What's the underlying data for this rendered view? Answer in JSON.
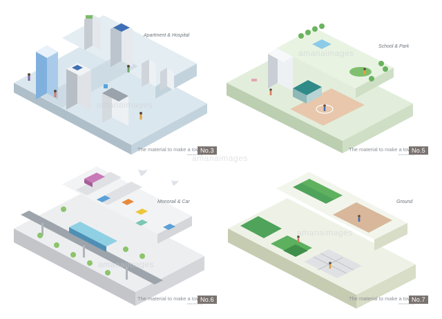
{
  "watermark": "amanaimages",
  "panels": {
    "p3": {
      "sign": "Apartment & Hospital",
      "caption": "The material to make a town",
      "caption_sub": "www.amana.jp",
      "badge": "No.3",
      "colors": {
        "ground": "#dbe7ee",
        "side": "#c3d3dd",
        "front": "#aebfca"
      }
    },
    "p5": {
      "sign": "School & Park",
      "caption": "The material to make a town",
      "caption_sub": "www.amana.jp",
      "badge": "No.5",
      "colors": {
        "ground": "#e2eedb",
        "side": "#cfdfc6",
        "front": "#bccfb1"
      }
    },
    "p6": {
      "sign": "Monorail & Car",
      "caption": "The material to make a town",
      "caption_sub": "www.amana.jp",
      "badge": "No.6",
      "colors": {
        "ground": "#e8e9eb",
        "side": "#d4d6d9",
        "front": "#c3c5c9"
      }
    },
    "p7": {
      "sign": "Ground",
      "caption": "The material to make a town",
      "caption_sub": "www.amana.jp",
      "badge": "No.7",
      "colors": {
        "ground": "#e8eedc",
        "side": "#d7ddc6",
        "front": "#c5ccb2"
      }
    }
  }
}
